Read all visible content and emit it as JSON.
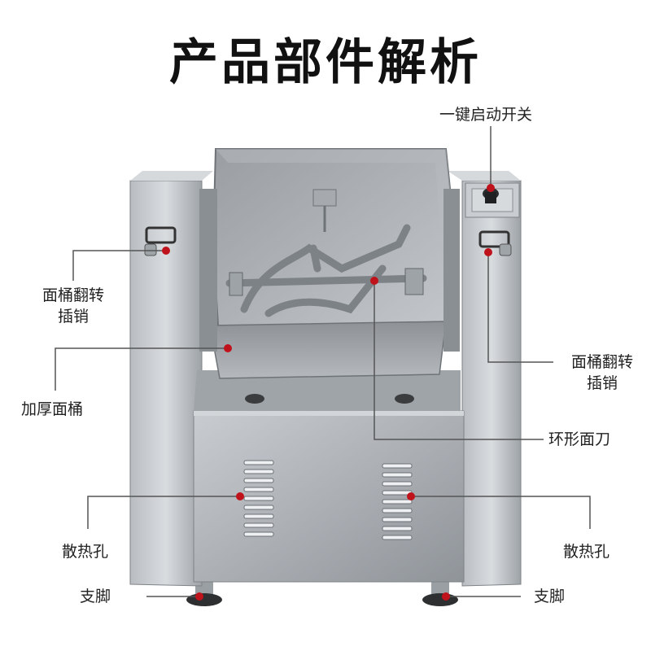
{
  "title": "产品部件解析",
  "colors": {
    "accent": "#c0121b",
    "steel": "#a9adb2",
    "steel_dark": "#6e7378",
    "background": "#ffffff"
  },
  "callouts": {
    "switch": "一键启动开关",
    "latch_left_1": "面桶翻转",
    "latch_left_2": "插销",
    "latch_right_1": "面桶翻转",
    "latch_right_2": "插销",
    "bowl": "加厚面桶",
    "blade": "环形面刀",
    "vent_left": "散热孔",
    "vent_right": "散热孔",
    "foot_left": "支脚",
    "foot_right": "支脚"
  }
}
